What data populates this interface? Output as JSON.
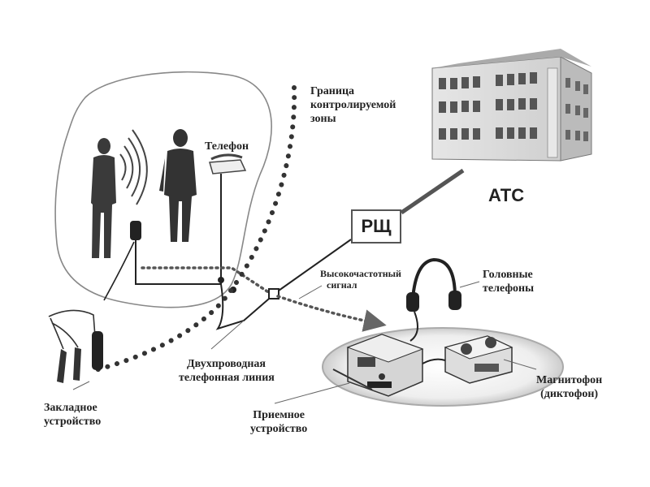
{
  "labels": {
    "zone_border": [
      "Граница",
      "контролируемой",
      "зоны"
    ],
    "telephone": "Телефон",
    "ats": "АТС",
    "rsh": "РЩ",
    "hf_signal": [
      "Высокочастотный",
      "сигнал"
    ],
    "headphones": [
      "Головные",
      "телефоны"
    ],
    "two_wire_line": [
      "Двухпроводная",
      "телефонная линия"
    ],
    "tape_recorder": [
      "Магнитофон",
      "(диктофон)"
    ],
    "bug_device": [
      "Закладное",
      "устройство"
    ],
    "receiver": [
      "Приемное",
      "устройство"
    ]
  }
}
